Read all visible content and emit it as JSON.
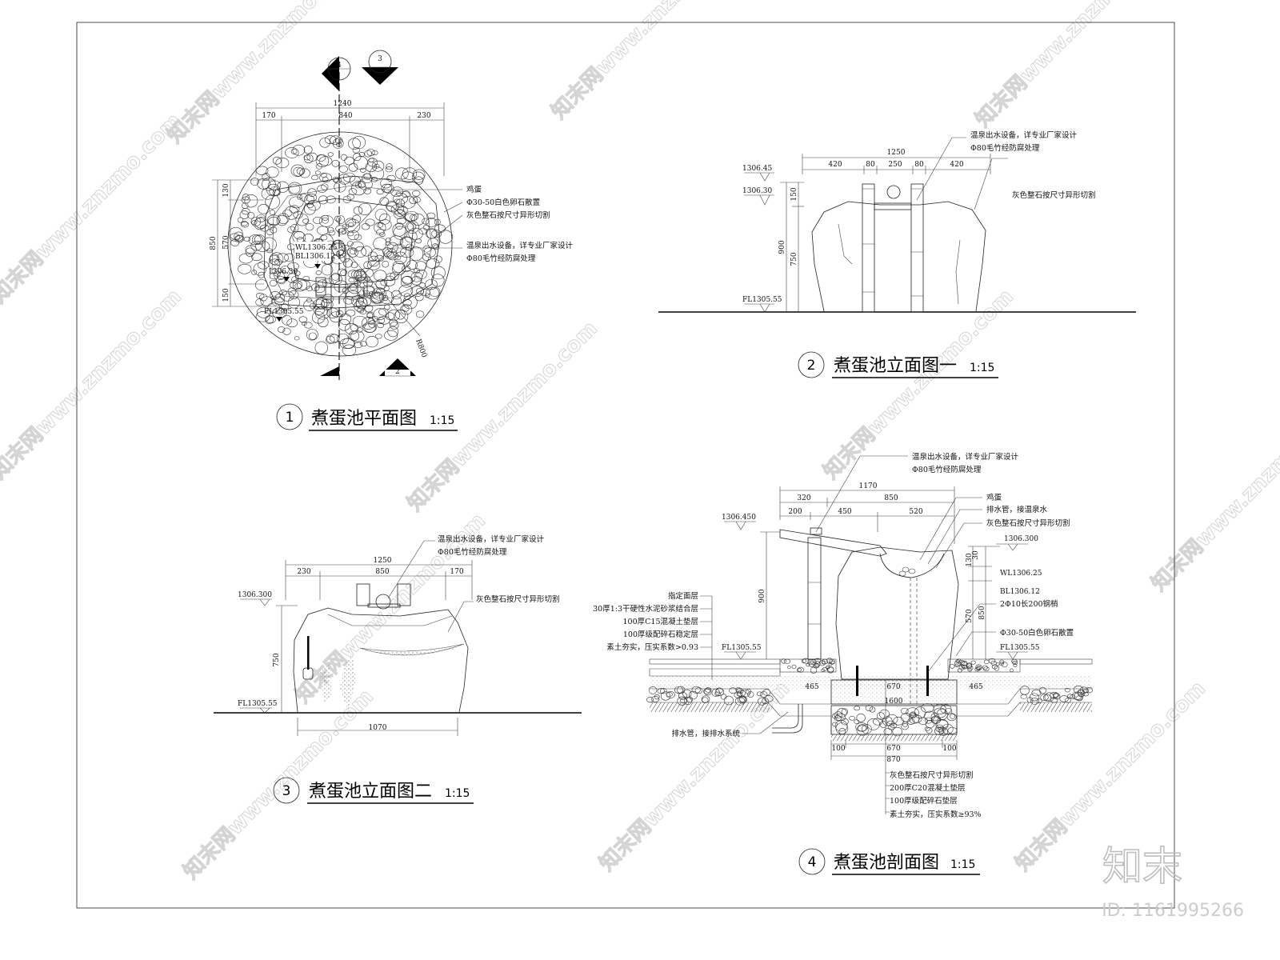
{
  "plan": {
    "title_no": "1",
    "title": "煮蛋池平面图",
    "scale": "1:15",
    "dim_total": "1240",
    "dim_a": "170",
    "dim_b": "840",
    "dim_c": "230",
    "dim_v_total": "850",
    "dim_v_a": "130",
    "dim_v_b": "570",
    "dim_v_c": "150",
    "radius": "R800",
    "wl": "WL1306.25",
    "bl": "BL1306.12",
    "lvl": "1306.30",
    "fl": "FL1305.55",
    "callouts": [
      "鸡蛋",
      "Φ30-50白色卵石散置",
      "灰色整石按尺寸异形切割",
      "温泉出水设备，详专业厂家设计",
      "Φ80毛竹经防腐处理"
    ],
    "section_marks": [
      "4",
      "3",
      "2"
    ]
  },
  "elev1": {
    "title_no": "2",
    "title": "煮蛋池立面图一",
    "scale": "1:15",
    "dim_total": "1250",
    "dims": [
      "420",
      "80",
      "250",
      "80",
      "420"
    ],
    "dim_v_total": "900",
    "dim_v_a": "150",
    "dim_v_b": "750",
    "lvl_top": "1306.45",
    "lvl_mid": "1306.30",
    "fl": "FL1305.55",
    "callouts": [
      "温泉出水设备，详专业厂家设计",
      "Φ80毛竹经防腐处理",
      "灰色整石按尺寸异形切割"
    ]
  },
  "elev2": {
    "title_no": "3",
    "title": "煮蛋池立面图二",
    "scale": "1:15",
    "dim_total": "1250",
    "dims": [
      "230",
      "850",
      "170"
    ],
    "dim_bottom": "1070",
    "dim_v": "750",
    "lvl_top": "1306.300",
    "fl": "FL1305.55",
    "callouts": [
      "温泉出水设备，详专业厂家设计",
      "Φ80毛竹经防腐处理",
      "灰色整石按尺寸异形切割"
    ]
  },
  "section": {
    "title_no": "4",
    "title": "煮蛋池剖面图",
    "scale": "1:15",
    "dim_total": "1170",
    "dims_row1": [
      "320",
      "850"
    ],
    "dims_row2": [
      "200",
      "450",
      "520"
    ],
    "lvl_top": "1306.450",
    "fl_left": "FL1305.55",
    "dim_v_left": "900",
    "top_callouts": [
      "温泉出水设备，详专业厂家设计",
      "Φ80毛竹经防腐处理"
    ],
    "right_callouts": [
      "鸡蛋",
      "排水管，接温泉水",
      "灰色整石按尺寸异形切割"
    ],
    "right_levels": [
      "1306.300",
      "WL1306.25",
      "BL1306.12",
      "FL1305.55"
    ],
    "right_notes": [
      "2Φ10长200钢梢",
      "Φ30-50白色卵石散置"
    ],
    "right_dims": [
      "130",
      "30",
      "570",
      "850",
      "30"
    ],
    "left_layers": [
      "指定面层",
      "30厚1:3干硬性水泥砂浆结合层",
      "100厚C15混凝土垫层",
      "100厚级配碎石稳定层",
      "素土夯实，压实系数>0.93"
    ],
    "drain_note": "排水管，接排水系统",
    "footing_dims": [
      "465",
      "670",
      "465",
      "1600"
    ],
    "bottom_dims": [
      "100",
      "670",
      "100",
      "870"
    ],
    "bottom_layers": [
      "灰色整石按尺寸异形切割",
      "200厚C20混凝土垫层",
      "100厚级配碎石垫层",
      "素土夯实，压实系数≥93%"
    ]
  },
  "watermark": "知末网www.znzmo.com",
  "logo": "知末",
  "id_label": "ID: 1161995266"
}
